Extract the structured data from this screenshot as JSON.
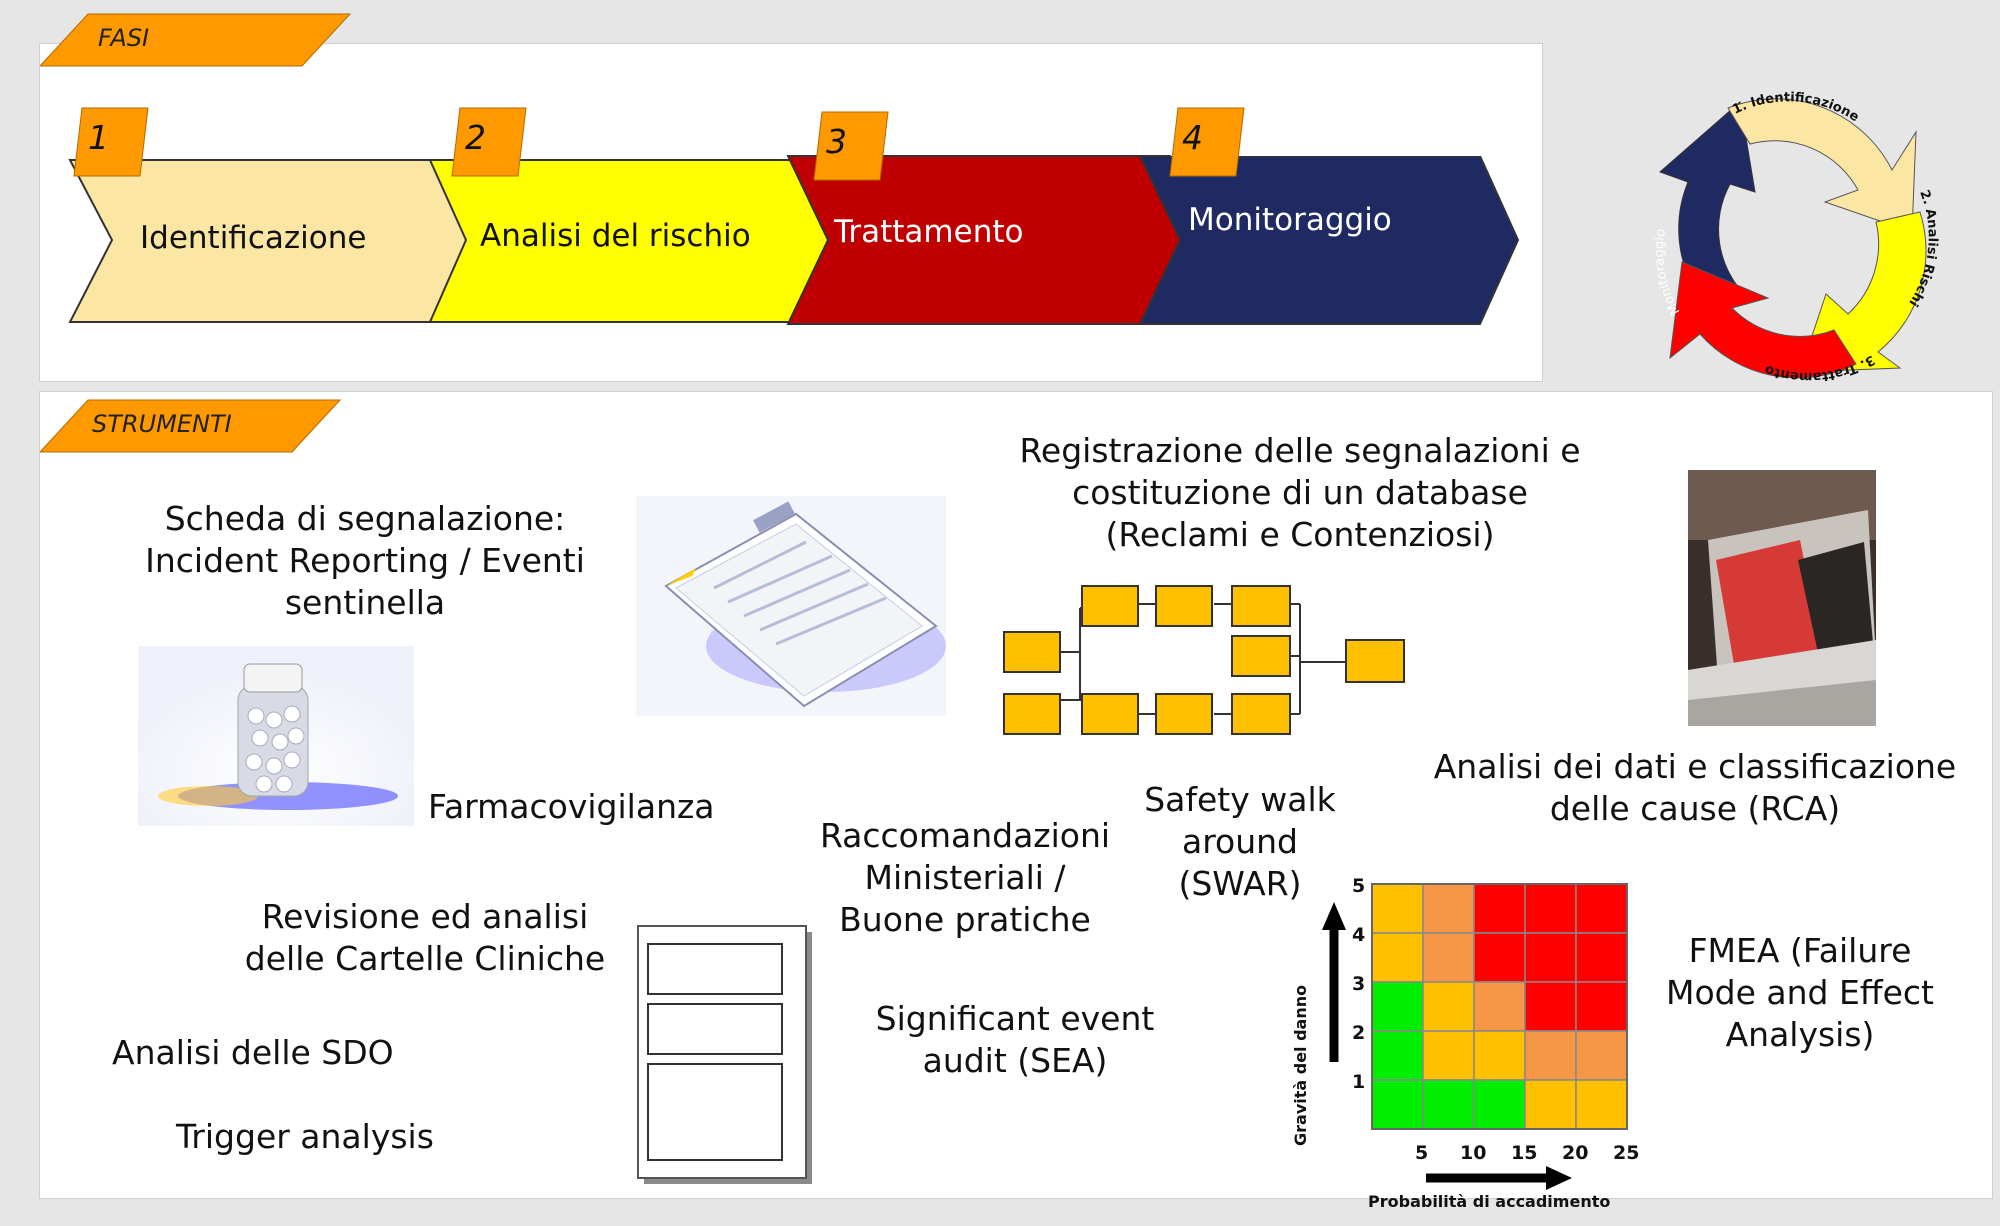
{
  "phases_tab": "FASI",
  "tools_tab": "STRUMENTI",
  "phases": [
    {
      "num": "1",
      "label": "Identificazione",
      "color": "#fce6a4"
    },
    {
      "num": "2",
      "label": "Analisi del rischio",
      "color": "#ffff00"
    },
    {
      "num": "3",
      "label": "Trattamento",
      "color": "#c00000"
    },
    {
      "num": "4",
      "label": "Monitoraggio",
      "color": "#1f2a63"
    }
  ],
  "cycle": {
    "identificazione": "1. Identificazione",
    "analisi": "2. Analisi Rischi",
    "trattamento": "3. Trattamento",
    "monitoraggio": "Monitoraggio"
  },
  "tools": {
    "incident_reporting": "Scheda di segnalazione:\nIncident Reporting / Eventi\nsentinella",
    "registrazione": "Registrazione delle segnalazioni e\ncostituzione di un database\n(Reclami e Contenziosi)",
    "farmacovigilanza": "Farmacovigilanza",
    "safety_walk": "Safety walk\naround\n(SWAR)",
    "rca": "Analisi dei dati e classificazione\ndelle cause (RCA)",
    "raccomandazioni": "Raccomandazioni\nMinisteriali /\nBuone pratiche",
    "cartelle": "Revisione ed analisi\ndelle Cartelle Cliniche",
    "sdo": "Analisi delle SDO",
    "trigger": "Trigger analysis",
    "sea": "Significant event\naudit (SEA)",
    "fmea": "FMEA (Failure\nMode and Effect\nAnalysis)"
  },
  "matrix": {
    "y_label": "Gravità del danno",
    "x_label": "Probabilità di accadimento",
    "y_ticks": [
      "5",
      "4",
      "3",
      "2",
      "1"
    ],
    "x_ticks": [
      "5",
      "10",
      "15",
      "20",
      "25"
    ],
    "rows": [
      [
        "#ffc000",
        "#f79646",
        "#ff0000",
        "#ff0000",
        "#ff0000"
      ],
      [
        "#ffc000",
        "#f79646",
        "#ff0000",
        "#ff0000",
        "#ff0000"
      ],
      [
        "#00ee00",
        "#ffc000",
        "#f79646",
        "#ff0000",
        "#ff0000"
      ],
      [
        "#00ee00",
        "#ffc000",
        "#ffc000",
        "#f79646",
        "#f79646"
      ],
      [
        "#00ee00",
        "#00ee00",
        "#00ee00",
        "#ffc000",
        "#ffc000"
      ]
    ]
  },
  "colors": {
    "tab_orange": "#ff9900",
    "box_gold": "#ffc000"
  }
}
